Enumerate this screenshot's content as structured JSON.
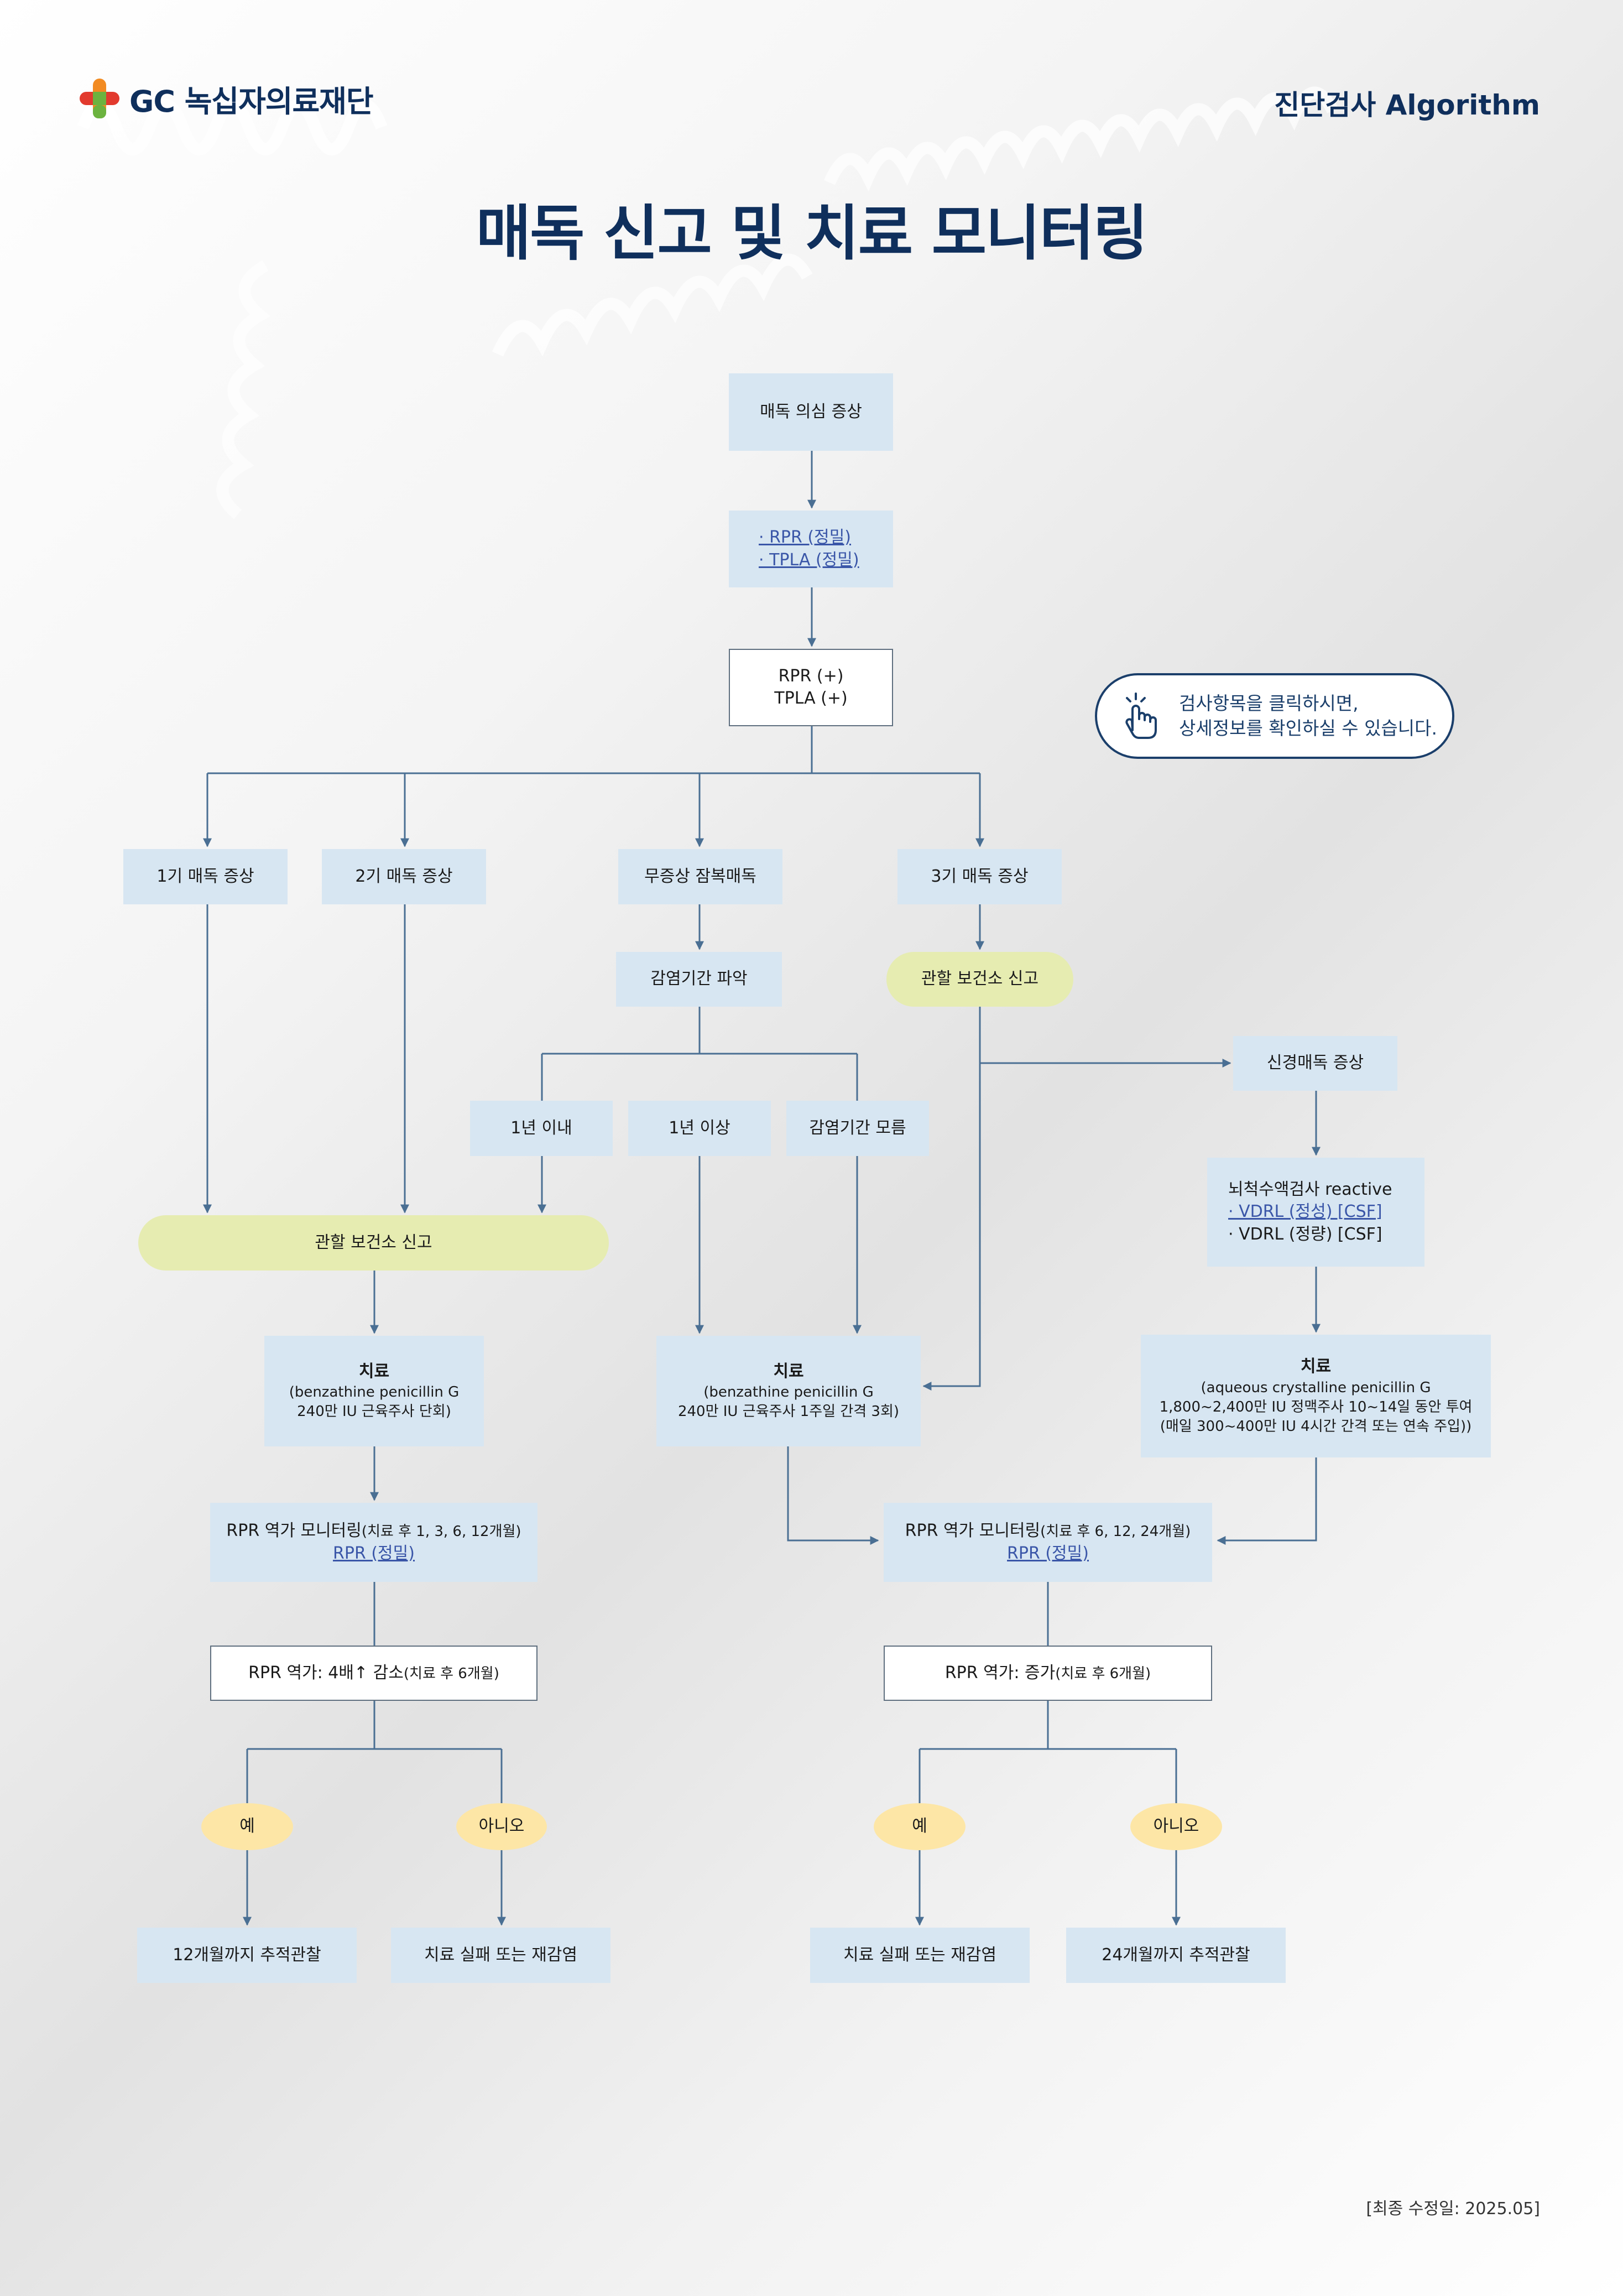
{
  "header": {
    "logo_text": "GC 녹십자의료재단",
    "right_label": "진단검사 Algorithm",
    "title": "매독 신고 및 치료 모니터링"
  },
  "tip": {
    "line1": "검사항목을 클릭하시면,",
    "line2": "상세정보를 확인하실 수 있습니다."
  },
  "footer": "[최종 수정일: 2025.05]",
  "nodes": {
    "symptom": "매독 의심 증상",
    "test_rpr": "· RPR (정밀)",
    "test_tpla": "· TPLA (정밀)",
    "result_rpr": "RPR (+)",
    "result_tpla": "TPLA (+)",
    "stage1": "1기 매독 증상",
    "stage2": "2기 매독 증상",
    "latent": "무증상 잠복매독",
    "stage3": "3기 매독 증상",
    "duration": "감염기간 파악",
    "report_stage3": "관할 보건소 신고",
    "within1y": "1년 이내",
    "over1y": "1년 이상",
    "unknown": "감염기간 모름",
    "neuro": "신경매독 증상",
    "csf_title": "뇌척수액검사 reactive",
    "csf_vdrl_qual": "· VDRL (정성) [CSF]",
    "csf_vdrl_quant": "· VDRL (정량) [CSF]",
    "report_main": "관할 보건소 신고",
    "tx1_title": "치료",
    "tx1_l1": "(benzathine penicillin G",
    "tx1_l2": "240만 IU 근육주사 단회)",
    "tx2_title": "치료",
    "tx2_l1": "(benzathine penicillin G",
    "tx2_l2": "240만 IU 근육주사 1주일 간격 3회)",
    "tx3_title": "치료",
    "tx3_l1": "(aqueous crystalline penicillin G",
    "tx3_l2": "1,800~2,400만 IU 정맥주사 10~14일 동안 투여",
    "tx3_l3": "(매일 300~400만 IU 4시간 간격 또는 연속 주입))",
    "mon1_main": "RPR 역가 모니터링",
    "mon1_sub": "(치료 후 1, 3, 6, 12개월)",
    "mon1_link": "RPR (정밀)",
    "mon2_main": "RPR 역가 모니터링",
    "mon2_sub": "(치료 후 6, 12, 24개월)",
    "mon2_link": "RPR (정밀)",
    "check1_main": "RPR 역가: 4배↑ 감소",
    "check1_sub": "(치료 후 6개월)",
    "check2_main": "RPR 역가: 증가",
    "check2_sub": "(치료 후 6개월)",
    "yes1": "예",
    "no1": "아니오",
    "yes2": "예",
    "no2": "아니오",
    "out1": "12개월까지 추적관찰",
    "out2": "치료 실패 또는 재감염",
    "out3": "치료 실패 또는 재감염",
    "out4": "24개월까지 추적관찰"
  },
  "colors": {
    "navy": "#0f2f5c",
    "box_blue": "#d7e6f2",
    "box_green": "#e6ecb1",
    "box_yellow": "#fde6a6",
    "connector": "#4a6f93",
    "link": "#3a56a8"
  }
}
